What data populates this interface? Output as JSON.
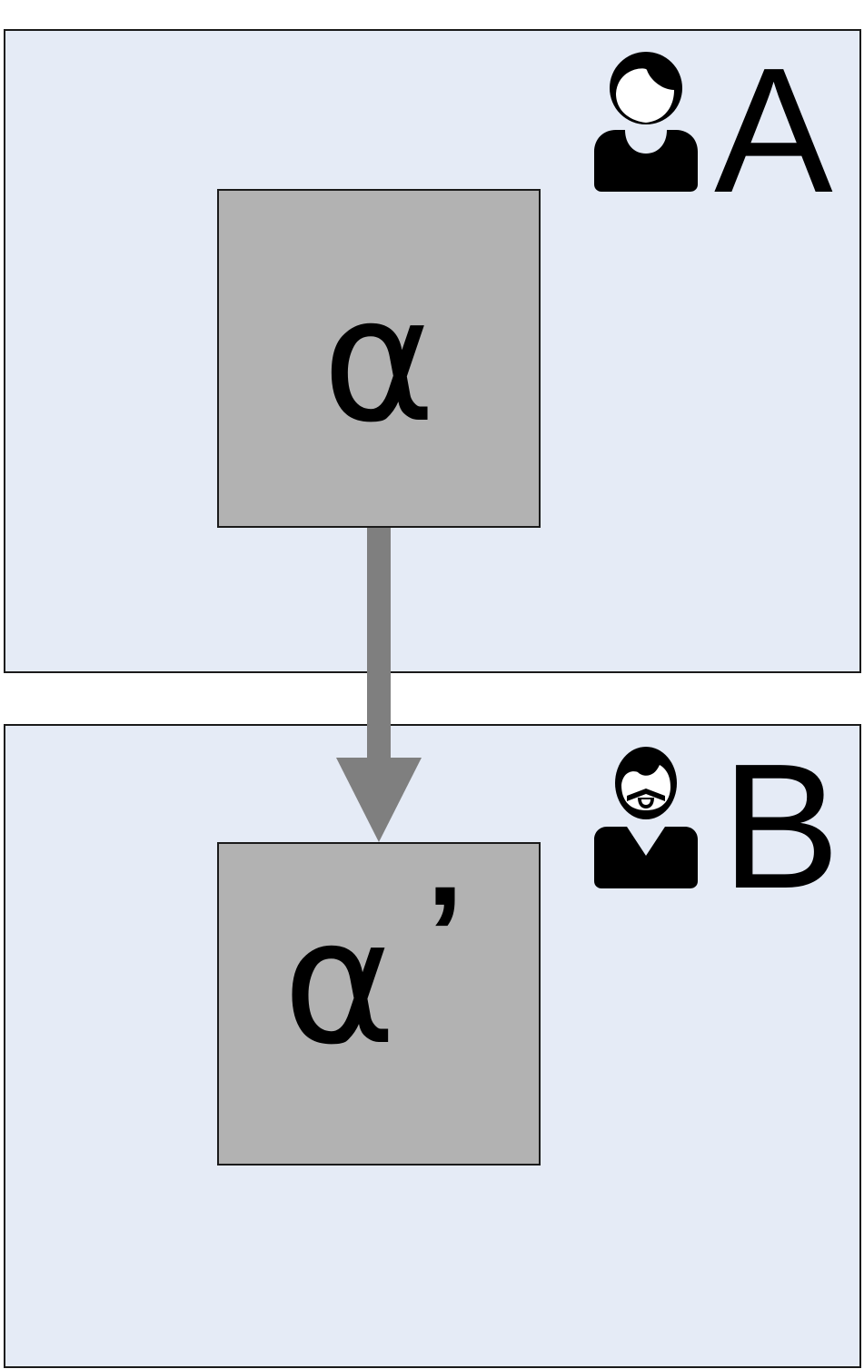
{
  "panels": {
    "a": {
      "letter": "A",
      "icon": "woman-user-icon"
    },
    "b": {
      "letter": "B",
      "icon": "bearded-man-user-icon"
    }
  },
  "boxes": {
    "alpha": {
      "label": "α"
    },
    "alpha_prime": {
      "label": "α",
      "prime": "’"
    }
  },
  "arrow": {
    "from": "alpha",
    "to": "alpha_prime"
  },
  "colors": {
    "panel_fill": "#e5ebf6",
    "box_fill": "#b2b2b2",
    "arrow": "#7f7f7f",
    "outline": "#1a1a1a"
  }
}
